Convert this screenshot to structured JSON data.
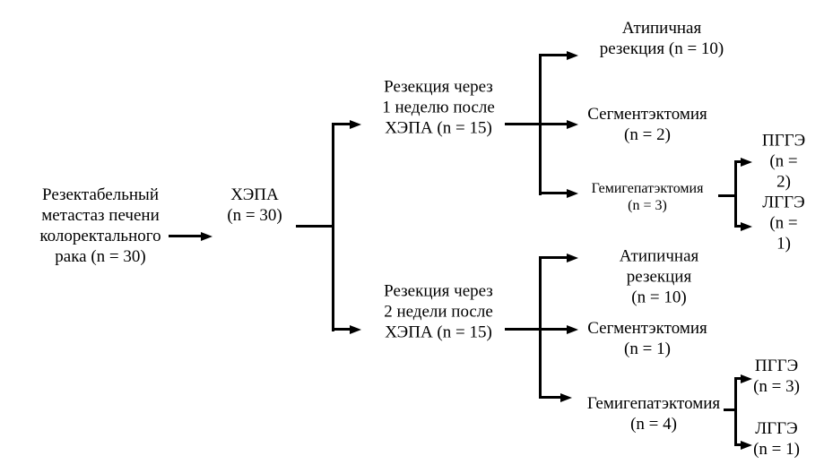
{
  "colors": {
    "background": "#ffffff",
    "text": "#000000",
    "line": "#000000"
  },
  "nodes": {
    "root": {
      "label": "Резектабельный\nметастаз печени\nколоректального\nрака (n = 30)"
    },
    "hepa": {
      "label": "ХЭПА\n(n = 30)"
    },
    "week1": {
      "label": "Резекция через\n1 неделю после\nХЭПА (n = 15)"
    },
    "week1_atypical": {
      "label": "Атипичная\nрезекция (n = 10)"
    },
    "week1_segmentectomy": {
      "label": "Сегментэктомия\n(n = 2)"
    },
    "week1_hemihepatectomy": {
      "label": "Гемигепатэктомия\n(n = 3)"
    },
    "week1_pgge": {
      "label": "ПГГЭ\n(n = 2)"
    },
    "week1_lgge": {
      "label": "ЛГГЭ\n(n = 1)"
    },
    "week2": {
      "label": "Резекция через\n2 недели после\nХЭПА (n = 15)"
    },
    "week2_atypical": {
      "label": "Атипичная\nрезекция\n(n = 10)"
    },
    "week2_segmentectomy": {
      "label": "Сегментэктомия\n(n = 1)"
    },
    "week2_hemihepatectomy": {
      "label": "Гемигепатэктомия\n(n = 4)"
    },
    "week2_pgge": {
      "label": "ПГГЭ\n(n = 3)"
    },
    "week2_lgge": {
      "label": "ЛГГЭ\n(n = 1)"
    }
  }
}
